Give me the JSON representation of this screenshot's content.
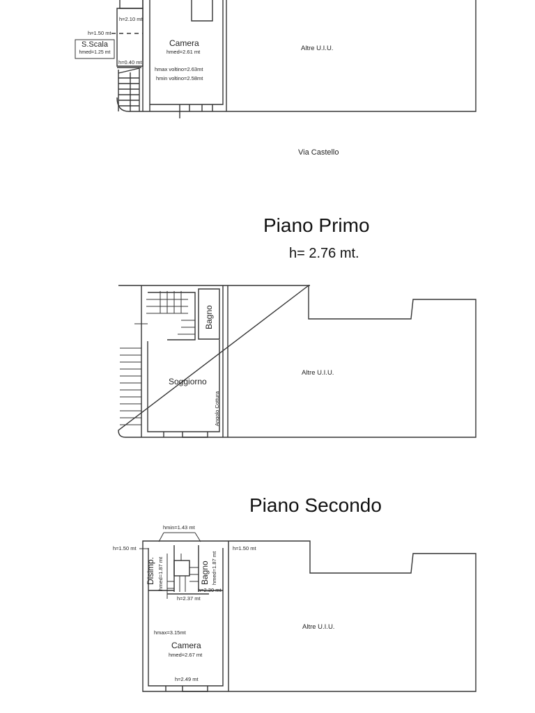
{
  "document": {
    "type": "floor-plan",
    "colors": {
      "line": "#333333",
      "text": "#1a1a1a",
      "background": "#ffffff"
    }
  },
  "ground_floor": {
    "rooms": [
      {
        "name": "Camera",
        "hmed": "hmed=2.61 mt",
        "hmax": "hmax voltino=2.63mt",
        "hmin": "hmin voltino=2.58mt"
      },
      {
        "name": "Altre U.I.U."
      }
    ],
    "stair_box": {
      "name": "S.Scala",
      "hmed": "hmed=1.25 mt"
    },
    "heights": [
      "h=2.10 mt",
      "h=1.50 mt",
      "h=0.40 mt"
    ],
    "street": "Via Castello"
  },
  "first_floor": {
    "title": "Piano Primo",
    "height": "h= 2.76 mt.",
    "rooms": [
      {
        "name": "Bagno"
      },
      {
        "name": "Soggiorno"
      },
      {
        "name": "Angolo Cottura"
      },
      {
        "name": "Altre U.I.U."
      }
    ]
  },
  "second_floor": {
    "title": "Piano Secondo",
    "hmin": "hmin=1.43 mt",
    "h_left": "h=1.50 mt",
    "h_right": "h=1.50 mt",
    "rooms": [
      {
        "name": "Disimp.",
        "hmed": "hmed=1.87 mt"
      },
      {
        "name": "Bagno",
        "hmed": "hmed=1.87 mt",
        "h": "h=2.30 mt"
      },
      {
        "name": "Camera",
        "hmax": "hmax=3.15mt",
        "hmed": "hmed=2.67 mt",
        "h": "h=2.49 mt"
      },
      {
        "name": "Altre U.I.U."
      }
    ],
    "h_stair": "h=2.37 mt"
  }
}
